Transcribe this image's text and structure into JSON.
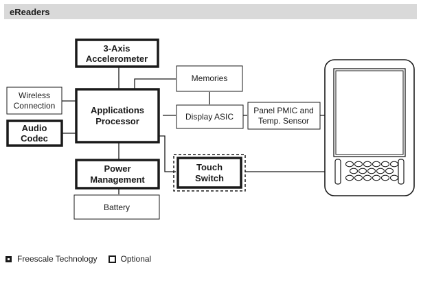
{
  "header": {
    "title": "eReaders"
  },
  "blocks": {
    "accelerometer": [
      "3-Axis",
      "Accelerometer"
    ],
    "wireless": [
      "Wireless",
      "Connection"
    ],
    "applications_processor": [
      "Applications",
      "Processor"
    ],
    "audio_codec": [
      "Audio",
      "Codec"
    ],
    "power_management": [
      "Power",
      "Management"
    ],
    "battery": "Battery",
    "memories": "Memories",
    "display_asic": "Display ASIC",
    "panel_pmic": [
      "Panel PMIC and",
      "Temp. Sensor"
    ],
    "touch_switch": [
      "Touch",
      "Switch"
    ]
  },
  "legend": {
    "freescale": "Freescale Technology",
    "optional": "Optional"
  },
  "colors": {
    "line": "#1a1a1a",
    "header_bg": "#d9d9d9"
  }
}
